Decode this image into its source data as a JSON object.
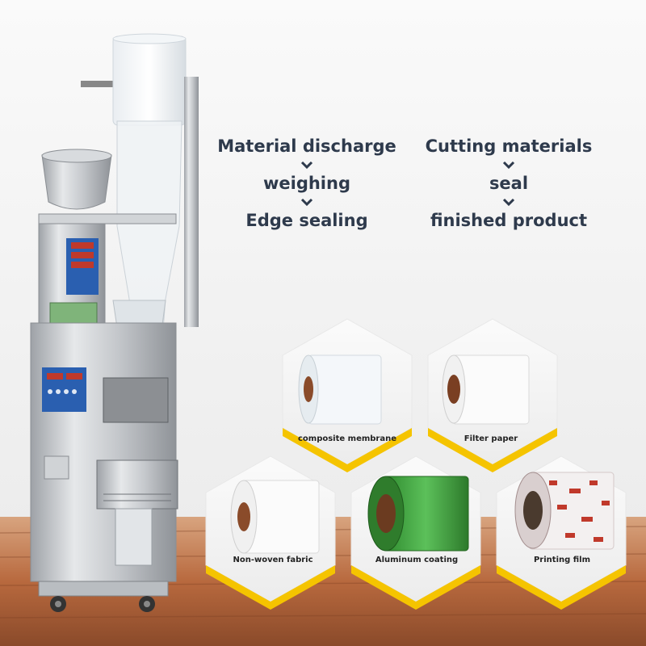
{
  "process": {
    "left_steps": [
      "Material discharge",
      "weighing",
      "Edge sealing"
    ],
    "right_steps": [
      "Cutting materials",
      "seal",
      "finished product"
    ],
    "arrow_icon": "chevron-down-icon",
    "text_color": "#2e3a4c"
  },
  "materials": [
    {
      "label": "composite membrane",
      "style": "clear-film"
    },
    {
      "label": "Filter paper",
      "style": "white-paper"
    },
    {
      "label": "Non-woven fabric",
      "style": "white-fabric"
    },
    {
      "label": "Aluminum coating",
      "style": "green-foil"
    },
    {
      "label": "Printing film",
      "style": "printed-film"
    }
  ],
  "colors": {
    "panel_border": "#4f8fdc",
    "hexagon_accent": "#f5c400",
    "floor": "#b8693e",
    "machine_steel": "#c9ccd0",
    "display_panel": "#2a5fb0"
  }
}
